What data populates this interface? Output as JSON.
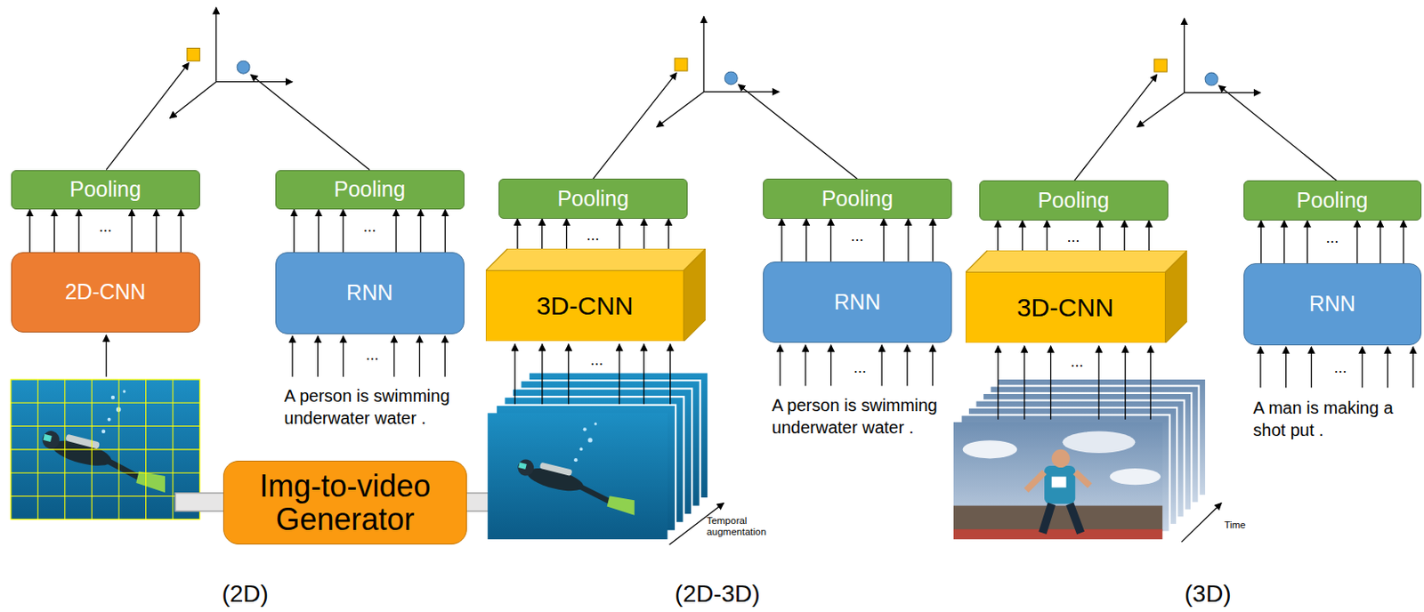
{
  "diagram": {
    "nodes": [
      {
        "text": [
          "Pooling"
        ]
      },
      {
        "text": [
          "2D-CNN"
        ]
      },
      {
        "text": [
          "Pooling"
        ]
      },
      {
        "text": [
          "RNN"
        ]
      },
      {
        "text": [
          "Pooling"
        ]
      },
      {
        "text": [
          "3D-CNN"
        ]
      },
      {
        "text": [
          "Pooling"
        ]
      },
      {
        "text": [
          "RNN"
        ]
      },
      {
        "text": [
          "Pooling"
        ]
      },
      {
        "text": [
          "3D-CNN"
        ]
      },
      {
        "text": [
          "Pooling"
        ]
      },
      {
        "text": [
          "RNN"
        ]
      },
      {
        "text": [
          "Img-to-video Generator"
        ]
      }
    ],
    "edges": [
      {
        "from": 1,
        "to": 0,
        "label": "...",
        "arrow": "to"
      },
      {
        "from": 3,
        "to": 2,
        "label": "...",
        "arrow": "to"
      },
      {
        "from": 5,
        "to": 4,
        "label": "...",
        "arrow": "to"
      },
      {
        "from": 7,
        "to": 6,
        "label": "...",
        "arrow": "to"
      },
      {
        "from": 9,
        "to": 8,
        "label": "...",
        "arrow": "to"
      },
      {
        "from": 11,
        "to": 10,
        "label": "...",
        "arrow": "to"
      }
    ],
    "labels": [
      "...",
      "A person is swimming underwater water .",
      "...",
      "Temporal augmentation",
      "...",
      "A person is swimming underwater water .",
      "...",
      "Time",
      "...",
      "A man is making a shot put .",
      "(2D)",
      "(2D-3D)",
      "(3D)"
    ]
  }
}
